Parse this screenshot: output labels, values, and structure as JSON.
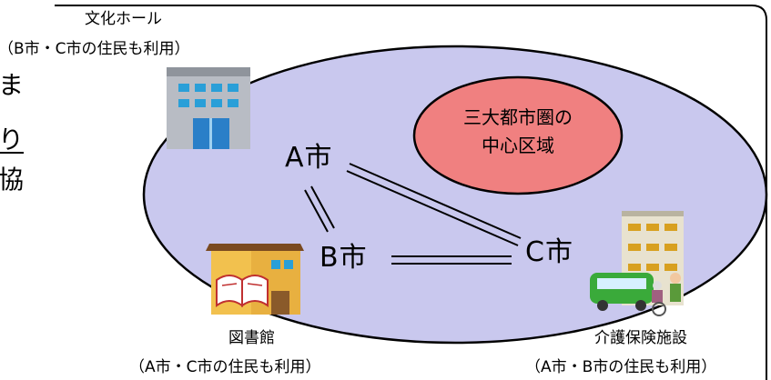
{
  "labels": {
    "culture_hall_name": "文化ホール",
    "culture_hall_note": "（B市・C市の住民も利用）",
    "library_name": "図書館",
    "library_note": "（A市・C市の住民も利用）",
    "care_facility_name": "介護保険施設",
    "care_facility_note": "（A市・B市の住民も利用）"
  },
  "center_area": {
    "line1": "三大都市圏の",
    "line2": "中心区域"
  },
  "cities": {
    "a": "A市",
    "b": "B市",
    "c": "C市"
  },
  "side_text": {
    "line1": "ま",
    "line2": "り",
    "line3": "協"
  },
  "colors": {
    "region_fill": "#c9c8ee",
    "center_fill": "#f08080",
    "outline": "#000000"
  },
  "icons": {
    "culture_hall": "office-building-icon",
    "library": "library-building-icon",
    "care_facility": "care-facility-icon"
  }
}
